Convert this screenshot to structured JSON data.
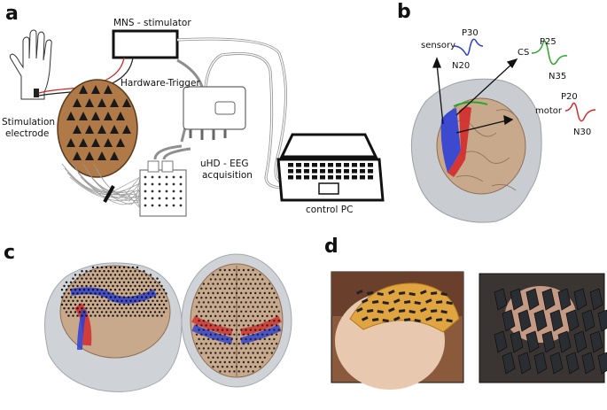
{
  "panels": {
    "a": {
      "label": "a",
      "stimulator": "MNS - stimulator",
      "trigger": "Hardware-Trigger",
      "electrode_line1": "Stimulation",
      "electrode_line2": "electrode",
      "eeg_line1": "uHD - EEG",
      "eeg_line2": "acquisition",
      "pc": "control PC"
    },
    "b": {
      "label": "b",
      "sensory": "sensory",
      "p30": "P30",
      "n20": "N20",
      "cs": "CS",
      "p25": "P25",
      "n35": "N35",
      "motor": "motor",
      "p20": "P20",
      "n30": "N30"
    },
    "c": {
      "label": "c"
    },
    "d": {
      "label": "d"
    }
  },
  "colors": {
    "sensory": "#2b3fd6",
    "cs": "#2aa52a",
    "motor": "#d42a2a",
    "brain": "#c8a98c",
    "head": "#c9cdd1",
    "cap": "#b07a48"
  }
}
